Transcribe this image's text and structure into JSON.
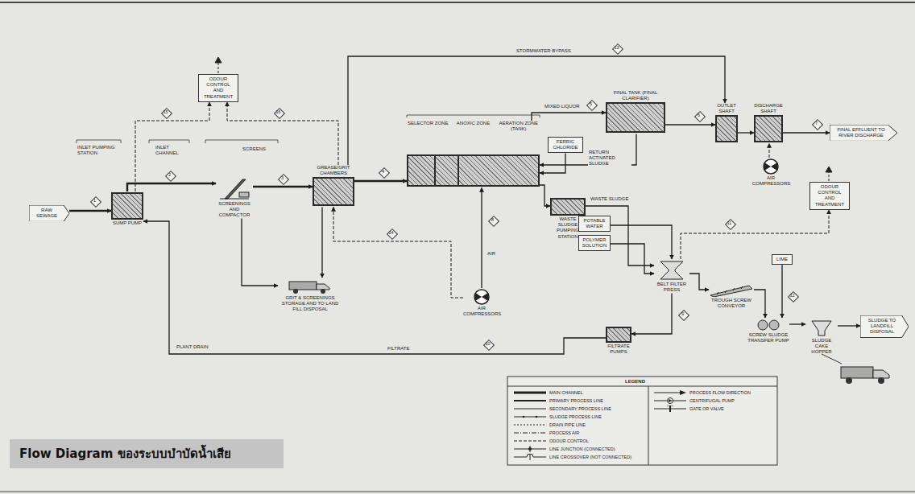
{
  "diagram": {
    "title": "Flow Diagram ของระบบบำบัดน้ำเสีย",
    "nodes": [
      {
        "text": [
          "RAW SEWAGE"
        ]
      },
      {
        "text": [
          "SUMP PUMP"
        ]
      },
      {
        "text": [
          "SCREENINGS AND COMPACTOR"
        ]
      },
      {
        "text": [
          "GREASE/GRIT CHAMBERS"
        ]
      },
      {
        "text": [
          "ODOUR CONTROL AND TREATMENT"
        ]
      },
      {
        "text": [
          "GRIT & SCREENINGS STORAGE AND TO LAND FILL DISPOSAL"
        ]
      },
      {
        "text": [
          "SELECTOR ZONE",
          "ANOXIC ZONE",
          "AERATION ZONE (TANK)"
        ]
      },
      {
        "text": [
          "FERRIC CHLORIDE"
        ]
      },
      {
        "text": [
          "WASTE SLUDGE PUMPING STATION"
        ]
      },
      {
        "text": [
          "FINAL TANK (FINAL CLARIFIER)"
        ]
      },
      {
        "text": [
          "OUTLET SHAFT"
        ]
      },
      {
        "text": [
          "DISCHARGE SHAFT"
        ]
      },
      {
        "text": [
          "FINAL EFFLUENT TO RIVER DISCHARGE"
        ]
      },
      {
        "text": [
          "AIR COMPRESSORS"
        ]
      },
      {
        "text": [
          "AIR COMPRESSORS"
        ]
      },
      {
        "text": [
          "ODOUR CONTROL AND TREATMENT"
        ]
      },
      {
        "text": [
          "POTABLE WATER"
        ]
      },
      {
        "text": [
          "POLYMER SOLUTION"
        ]
      },
      {
        "text": [
          "BELT FILTER PRESS"
        ]
      },
      {
        "text": [
          "FILTRATE PUMPS"
        ]
      },
      {
        "text": [
          "TROUGH SCREW CONVEYOR"
        ]
      },
      {
        "text": [
          "LIME"
        ]
      },
      {
        "text": [
          "SCREW SLUDGE TRANSFER PUMP"
        ]
      },
      {
        "text": [
          "SLUDGE CAKE HOPPER"
        ]
      },
      {
        "text": [
          "SLUDGE TO LANDFILL DISPOSAL"
        ]
      }
    ],
    "edges": [
      {
        "from": 0,
        "to": 1,
        "arrow": "to"
      },
      {
        "from": 1,
        "to": 2,
        "arrow": "to"
      },
      {
        "from": 2,
        "to": 3,
        "arrow": "to"
      },
      {
        "from": 2,
        "to": 5,
        "arrow": "to"
      },
      {
        "from": 3,
        "to": 5,
        "arrow": "to"
      },
      {
        "from": 3,
        "to": 6,
        "arrow": "to"
      },
      {
        "from": 6,
        "to": 8,
        "arrow": "to"
      },
      {
        "from": 6,
        "to": 9,
        "arrow": "to"
      },
      {
        "from": 9,
        "to": 10,
        "arrow": "to"
      },
      {
        "from": 10,
        "to": 11,
        "arrow": "to"
      },
      {
        "from": 11,
        "to": 12,
        "arrow": "to"
      },
      {
        "from": 9,
        "to": 6,
        "arrow": "to"
      },
      {
        "from": 7,
        "to": 6,
        "arrow": "to"
      },
      {
        "from": 13,
        "to": 6,
        "arrow": "to"
      },
      {
        "from": 13,
        "to": 3,
        "arrow": "to"
      },
      {
        "from": 1,
        "to": 4,
        "arrow": "to"
      },
      {
        "from": 3,
        "to": 4,
        "arrow": "to"
      },
      {
        "from": 3,
        "to": 10,
        "arrow": "to"
      },
      {
        "from": 8,
        "to": 18,
        "arrow": "to"
      },
      {
        "from": 16,
        "to": 18,
        "arrow": "to"
      },
      {
        "from": 17,
        "to": 18,
        "arrow": "to"
      },
      {
        "from": 18,
        "to": 20,
        "arrow": "to"
      },
      {
        "from": 18,
        "to": 19,
        "arrow": "to"
      },
      {
        "from": 19,
        "to": 1,
        "arrow": "to"
      },
      {
        "from": 20,
        "to": 22,
        "arrow": "to"
      },
      {
        "from": 21,
        "to": 22,
        "arrow": "to"
      },
      {
        "from": 22,
        "to": 23,
        "arrow": "to"
      },
      {
        "from": 23,
        "to": 24,
        "arrow": "to"
      },
      {
        "from": 18,
        "to": 15,
        "arrow": "to"
      },
      {
        "from": 14,
        "to": 11,
        "arrow": "to"
      }
    ],
    "labels": [
      "INLET PUMPING STATION",
      "INLET CHANNEL",
      "SCREENS",
      "STORMWATER BYPASS",
      "RETURN ACTIVATED SLUDGE",
      "MIXED LIQUOR",
      "WASTE SLUDGE",
      "FILTRATE",
      "AIR",
      "PLANT DRAIN",
      "LEGEND",
      "1",
      "2",
      "3",
      "4",
      "5",
      "6",
      "7",
      "8",
      "9",
      "10",
      "11",
      "12",
      "13",
      "14",
      "15",
      "16"
    ],
    "legend": [
      {
        "text": "MAIN CHANNEL"
      },
      {
        "text": "PRIMARY PROCESS LINE"
      },
      {
        "text": "SECONDARY PROCESS LINE"
      },
      {
        "text": "SLUDGE PROCESS LINE"
      },
      {
        "text": "DRAIN PIPE LINE"
      },
      {
        "text": "PROCESS AIR"
      },
      {
        "text": "ODOUR CONTROL"
      },
      {
        "text": "LINE JUNCTION (CONNECTED)"
      },
      {
        "text": "LINE CROSSOVER (NOT CONNECTED)"
      },
      {
        "text": "PROCESS FLOW DIRECTION"
      },
      {
        "text": "CENTRIFUGAL PUMP"
      },
      {
        "text": "GATE OR VALVE"
      }
    ]
  }
}
